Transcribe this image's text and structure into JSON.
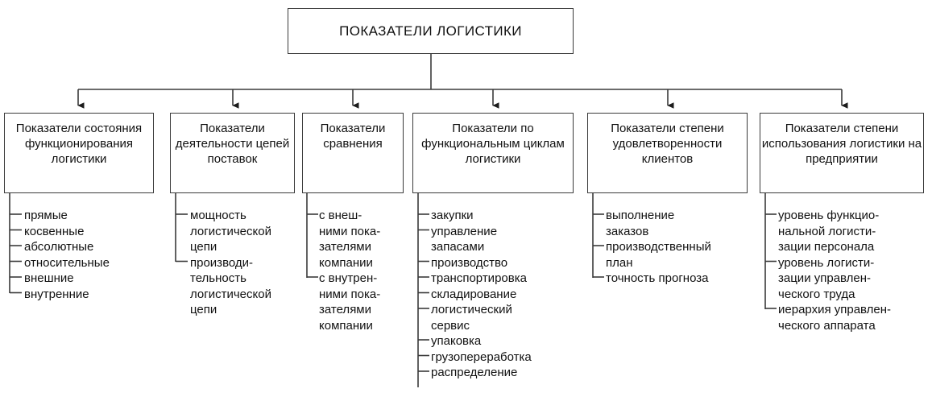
{
  "diagram": {
    "title": "ПОКАЗАТЕЛИ ЛОГИСТИКИ",
    "type": "hierarchy-tree",
    "colors": {
      "line": "#3a3a3a",
      "text": "#111111",
      "background": "#ffffff"
    },
    "root": {
      "label": "ПОКАЗАТЕЛИ ЛОГИСТИКИ"
    },
    "branches": [
      {
        "label": "Показатели\nсостояния\nфункционирования\nлогистики",
        "items": [
          "прямые",
          "косвенные",
          "абсолютные",
          "относительные",
          "внешние",
          "внутренние"
        ]
      },
      {
        "label": "Показатели\nдеятельности\nцепей поставок",
        "items": [
          "мощность\nлогистической\nцепи",
          "производи-\nтельность\nлогистической\nцепи"
        ]
      },
      {
        "label": "Показатели\nсравнения",
        "items": [
          "с внеш-\nними пока-\nзателями\nкомпании",
          "с внутрен-\nними пока-\nзателями\nкомпании"
        ]
      },
      {
        "label": "Показатели\nпо функциональным\nциклам логистики",
        "items": [
          "закупки",
          "управление\nзапасами",
          "производство",
          "транспортировка",
          "складирование",
          "логистический\nсервис",
          "упаковка",
          "грузопереработка",
          "распределение"
        ]
      },
      {
        "label": "Показатели степени\nудовлетворенности\nклиентов",
        "items": [
          "выполнение\nзаказов",
          "производственный\nплан",
          "точность прогноза"
        ]
      },
      {
        "label": "Показатели степени\nиспользования\nлогистики\nна предприятии",
        "items": [
          "уровень функцио-\nнальной логисти-\nзации персонала",
          "уровень логисти-\nзации управлен-\nческого труда",
          "иерархия управлен-\nческого аппарата"
        ]
      }
    ]
  }
}
